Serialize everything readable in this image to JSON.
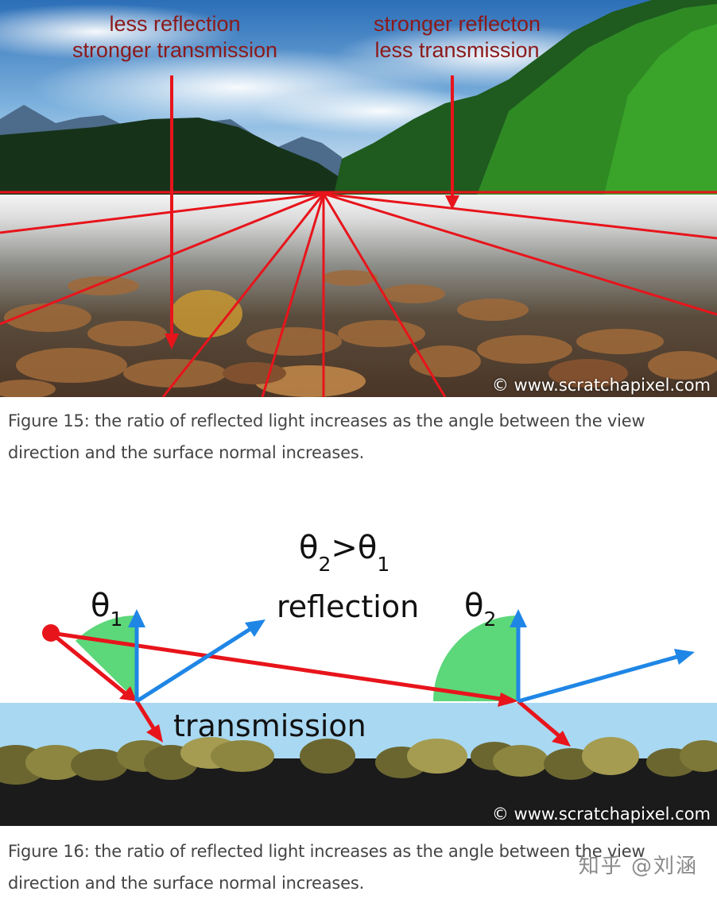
{
  "figure15": {
    "annotation_left": {
      "line1": "less reflection",
      "line2": "stronger transmission"
    },
    "annotation_right": {
      "line1": "stronger reflecton",
      "line2": "less transmission"
    },
    "credit": "© www.scratchapixel.com",
    "caption_line1": "Figure 15: the ratio of reflected light increases as the angle between the view",
    "caption_line2": "direction and the surface normal increases."
  },
  "figure16": {
    "equation": {
      "lhs": "θ",
      "lhs_sub": "2",
      "op": ">",
      "rhs": "θ",
      "rhs_sub": "1"
    },
    "theta1": {
      "symbol": "θ",
      "sub": "1"
    },
    "theta2": {
      "symbol": "θ",
      "sub": "2"
    },
    "reflection_label": "reflection",
    "transmission_label": "transmission",
    "credit": "© www.scratchapixel.com",
    "caption_line1": "Figure 16: the ratio of reflected light increases as the angle between the view",
    "caption_line2": "direction and the surface normal increases."
  },
  "watermark": "知乎 @刘涵",
  "colors": {
    "annotation": "#8b1a1a",
    "ray_red": "#e8141b",
    "ray_blue": "#1f86e6",
    "angle_green": "#3fd063",
    "water": "#a9d8f2",
    "ground": "#1b1b1b"
  }
}
